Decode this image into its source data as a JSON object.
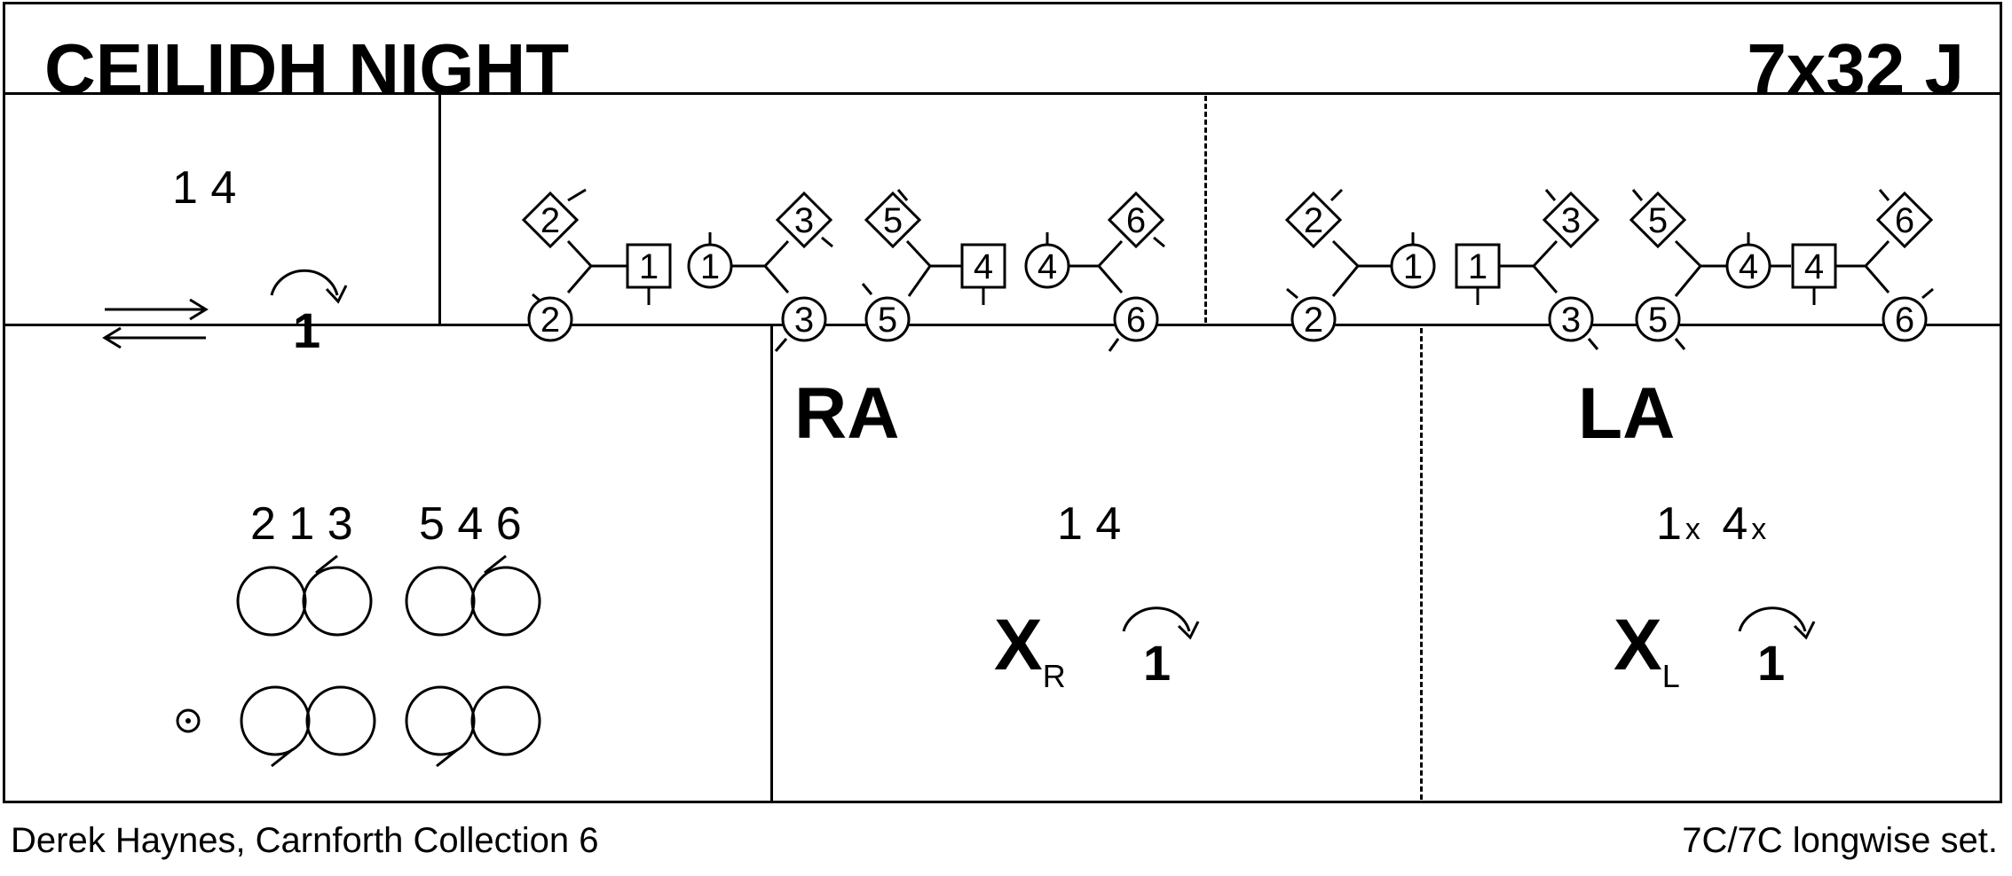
{
  "header": {
    "title": "CEILIDH NIGHT",
    "dance_code": "7x32 J"
  },
  "row1": {
    "cell1": {
      "dancers": "1 4",
      "turn_number": "1"
    },
    "cell2": {
      "label": "RA",
      "numbers": [
        "2",
        "1",
        "1",
        "3",
        "5",
        "4",
        "4",
        "6",
        "2",
        "3",
        "5",
        "6"
      ]
    },
    "cell3": {
      "label": "LA",
      "numbers": [
        "2",
        "1",
        "1",
        "3",
        "5",
        "4",
        "4",
        "6",
        "2",
        "3",
        "5",
        "6"
      ]
    }
  },
  "row2": {
    "cell1": {
      "positions_left": "2 1 3",
      "positions_right": "5 4 6"
    },
    "cell2": {
      "dancers": "1 4",
      "figure": "X",
      "figure_sub": "R",
      "turn_number": "1"
    },
    "cell3": {
      "dancer_a": "1",
      "dancer_b": "4",
      "cross_mark": "x",
      "figure": "X",
      "figure_sub": "L",
      "turn_number": "1"
    }
  },
  "footer": {
    "credits": "Derek Haynes, Carnforth Collection 6",
    "set_type": "7C/7C longwise set."
  }
}
